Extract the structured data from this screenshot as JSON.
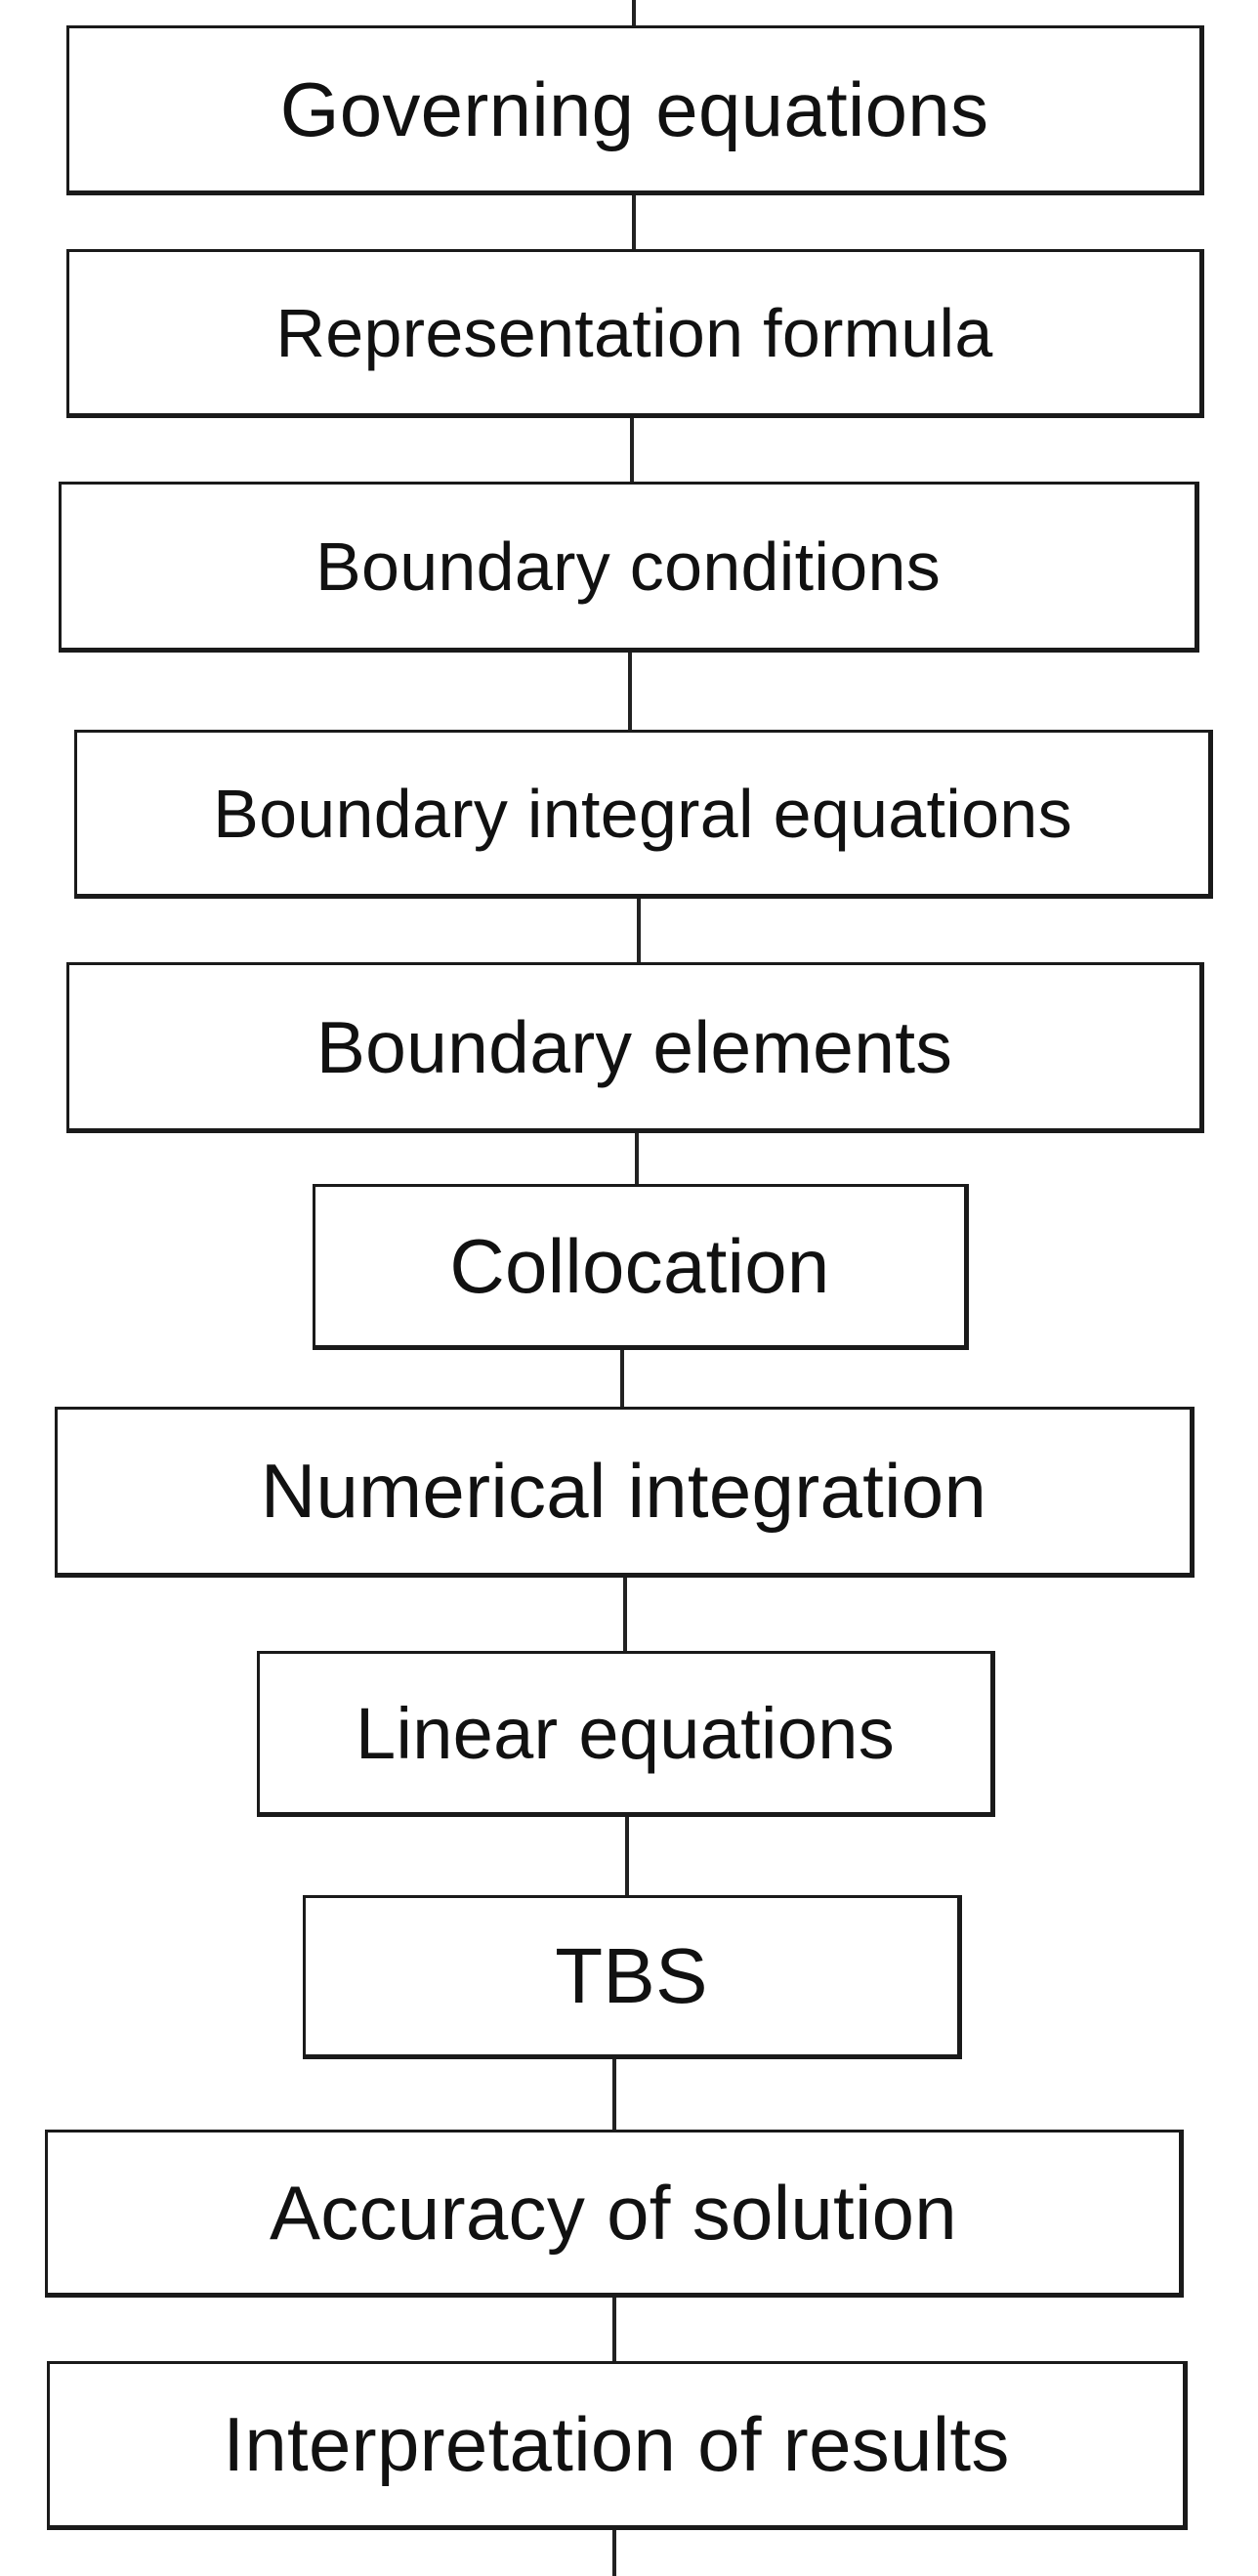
{
  "flowchart": {
    "steps": [
      {
        "label": "Governing equations"
      },
      {
        "label": "Representation formula"
      },
      {
        "label": "Boundary conditions"
      },
      {
        "label": "Boundary integral equations"
      },
      {
        "label": "Boundary elements"
      },
      {
        "label": "Collocation"
      },
      {
        "label": "Numerical integration"
      },
      {
        "label": "Linear equations"
      },
      {
        "label": "TBS"
      },
      {
        "label": "Accuracy of solution"
      },
      {
        "label": "Interpretation of results"
      }
    ]
  },
  "colors": {
    "border": "#1a1a1a",
    "connector": "#222222",
    "text": "#111111",
    "background": "#ffffff"
  }
}
